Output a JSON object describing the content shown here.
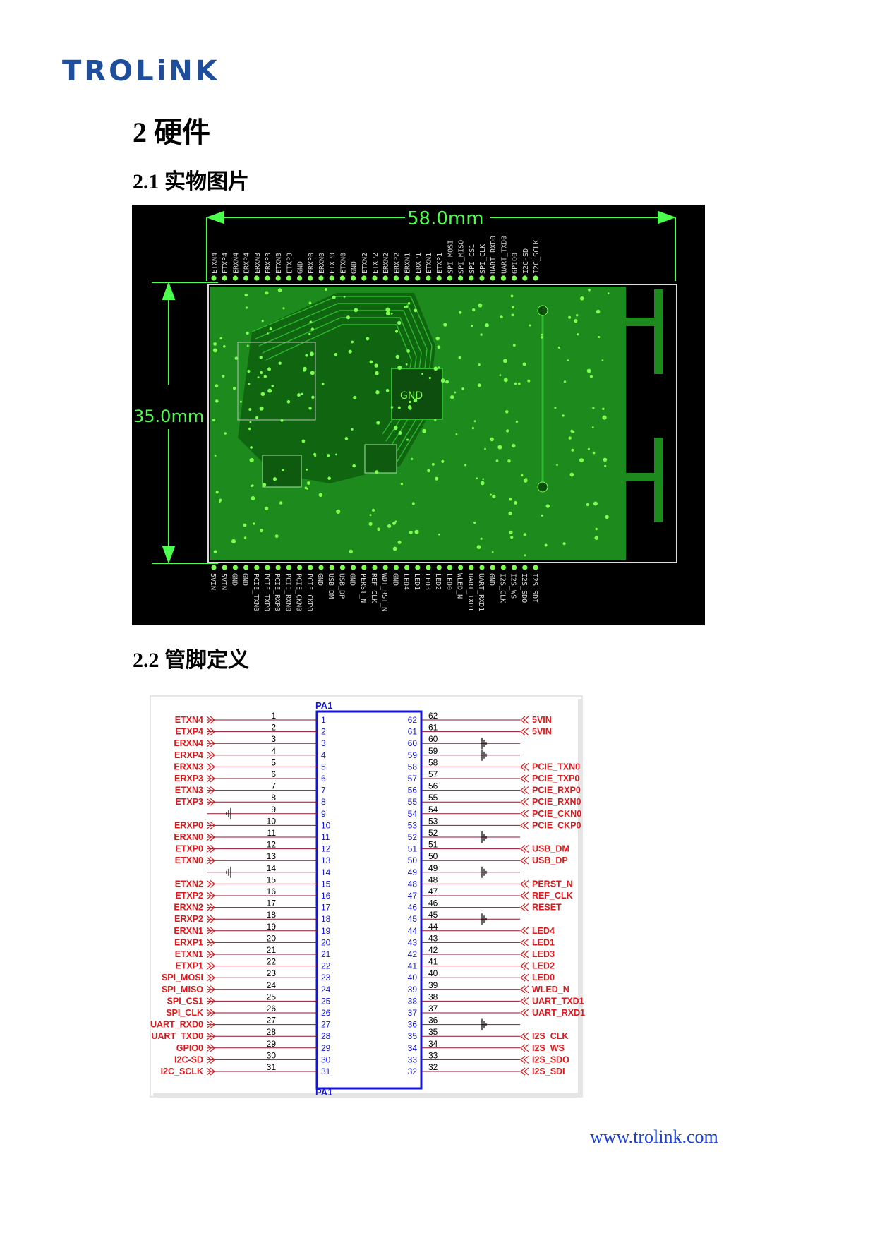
{
  "header": {
    "logo_text": "TROLiNK"
  },
  "section": {
    "title": "2 硬件"
  },
  "subsections": [
    {
      "title": "2.1 实物图片"
    },
    {
      "title": "2.2 管脚定义"
    }
  ],
  "pcb": {
    "width_label": "58.0mm",
    "height_label": "35.0mm",
    "top_pins": [
      "ETXN4",
      "ETXP4",
      "ERXN4",
      "ERXP4",
      "ERXN3",
      "ERXP3",
      "ETXN3",
      "ETXP3",
      "GND",
      "ERXP0",
      "ERXN0",
      "ETXP0",
      "ETXN0",
      "GND",
      "ETXN2",
      "ETXP2",
      "ERXN2",
      "ERXP2",
      "ERXN1",
      "ERXP1",
      "ETXN1",
      "ETXP1",
      "SPI_MOSI",
      "SPI_MISO",
      "SPI_CS1",
      "SPI_CLK",
      "UART_RXD0",
      "UART_TXD0",
      "GPIO0",
      "I2C-SD",
      "I2C_SCLK"
    ],
    "bottom_pins": [
      "5VIN",
      "5VIN",
      "GND",
      "GND",
      "PCIE_TXN0",
      "PCIE_TXP0",
      "PCIE_RXP0",
      "PCIE_RXN0",
      "PCIE_CKN0",
      "PCIE_CKP0",
      "GND",
      "USB_DM",
      "USB_DP",
      "GND",
      "PERST_N",
      "REF_CLK",
      "WDT_RST_N",
      "GND",
      "LED4",
      "LED1",
      "LED3",
      "LED2",
      "LED0",
      "WLED_N",
      "UART_TXD1",
      "UART_RXD1",
      "GND",
      "I2S_CLK",
      "I2S_WS",
      "I2S_SDO",
      "I2S_SDI"
    ],
    "chip_label": "GND"
  },
  "schematic": {
    "ref_top": "PA1",
    "ref_bottom": "PA1",
    "left_signals": [
      {
        "pin": 1,
        "label": "ETXN4"
      },
      {
        "pin": 2,
        "label": "ETXP4"
      },
      {
        "pin": 3,
        "label": "ERXN4"
      },
      {
        "pin": 4,
        "label": "ERXP4"
      },
      {
        "pin": 5,
        "label": "ERXN3"
      },
      {
        "pin": 6,
        "label": "ERXP3"
      },
      {
        "pin": 7,
        "label": "ETXN3"
      },
      {
        "pin": 8,
        "label": "ETXP3"
      },
      {
        "pin": 9,
        "label": "GND_SYMBOL"
      },
      {
        "pin": 10,
        "label": "ERXP0"
      },
      {
        "pin": 11,
        "label": "ERXN0"
      },
      {
        "pin": 12,
        "label": "ETXP0"
      },
      {
        "pin": 13,
        "label": "ETXN0"
      },
      {
        "pin": 14,
        "label": "GND_SYMBOL"
      },
      {
        "pin": 15,
        "label": "ETXN2"
      },
      {
        "pin": 16,
        "label": "ETXP2"
      },
      {
        "pin": 17,
        "label": "ERXN2"
      },
      {
        "pin": 18,
        "label": "ERXP2"
      },
      {
        "pin": 19,
        "label": "ERXN1"
      },
      {
        "pin": 20,
        "label": "ERXP1"
      },
      {
        "pin": 21,
        "label": "ETXN1"
      },
      {
        "pin": 22,
        "label": "ETXP1"
      },
      {
        "pin": 23,
        "label": "SPI_MOSI"
      },
      {
        "pin": 24,
        "label": "SPI_MISO"
      },
      {
        "pin": 25,
        "label": "SPI_CS1"
      },
      {
        "pin": 26,
        "label": "SPI_CLK"
      },
      {
        "pin": 27,
        "label": "UART_RXD0"
      },
      {
        "pin": 28,
        "label": "UART_TXD0"
      },
      {
        "pin": 29,
        "label": "GPIO0"
      },
      {
        "pin": 30,
        "label": "I2C-SD"
      },
      {
        "pin": 31,
        "label": "I2C_SCLK"
      }
    ],
    "right_signals": [
      {
        "pin": 62,
        "label": "5VIN"
      },
      {
        "pin": 61,
        "label": "5VIN"
      },
      {
        "pin": 60,
        "label": "GND_SYMBOL"
      },
      {
        "pin": 59,
        "label": "GND_SYMBOL"
      },
      {
        "pin": 58,
        "label": "PCIE_TXN0"
      },
      {
        "pin": 57,
        "label": "PCIE_TXP0"
      },
      {
        "pin": 56,
        "label": "PCIE_RXP0"
      },
      {
        "pin": 55,
        "label": "PCIE_RXN0"
      },
      {
        "pin": 54,
        "label": "PCIE_CKN0"
      },
      {
        "pin": 53,
        "label": "PCIE_CKP0"
      },
      {
        "pin": 52,
        "label": "GND_SYMBOL"
      },
      {
        "pin": 51,
        "label": "USB_DM"
      },
      {
        "pin": 50,
        "label": "USB_DP"
      },
      {
        "pin": 49,
        "label": "GND_SYMBOL"
      },
      {
        "pin": 48,
        "label": "PERST_N"
      },
      {
        "pin": 47,
        "label": "REF_CLK"
      },
      {
        "pin": 46,
        "label": "RESET"
      },
      {
        "pin": 45,
        "label": "GND_SYMBOL"
      },
      {
        "pin": 44,
        "label": "LED4"
      },
      {
        "pin": 43,
        "label": "LED1"
      },
      {
        "pin": 42,
        "label": "LED3"
      },
      {
        "pin": 41,
        "label": "LED2"
      },
      {
        "pin": 40,
        "label": "LED0"
      },
      {
        "pin": 39,
        "label": "WLED_N"
      },
      {
        "pin": 38,
        "label": "UART_TXD1"
      },
      {
        "pin": 37,
        "label": "UART_RXD1"
      },
      {
        "pin": 36,
        "label": "GND_SYMBOL"
      },
      {
        "pin": 35,
        "label": "I2S_CLK"
      },
      {
        "pin": 34,
        "label": "I2S_WS"
      },
      {
        "pin": 33,
        "label": "I2S_SDO"
      },
      {
        "pin": 32,
        "label": "I2S_SDI"
      }
    ]
  },
  "footer": {
    "url": "www.trolink.com"
  },
  "colors": {
    "logo": "#1f4f9c",
    "pcb_bg": "#000000",
    "copper": "#1c8a1c",
    "via": "#7dff4f",
    "sch_label": "#e0181b",
    "sch_box": "#1414d8",
    "sch_wire": "#8a1830"
  }
}
